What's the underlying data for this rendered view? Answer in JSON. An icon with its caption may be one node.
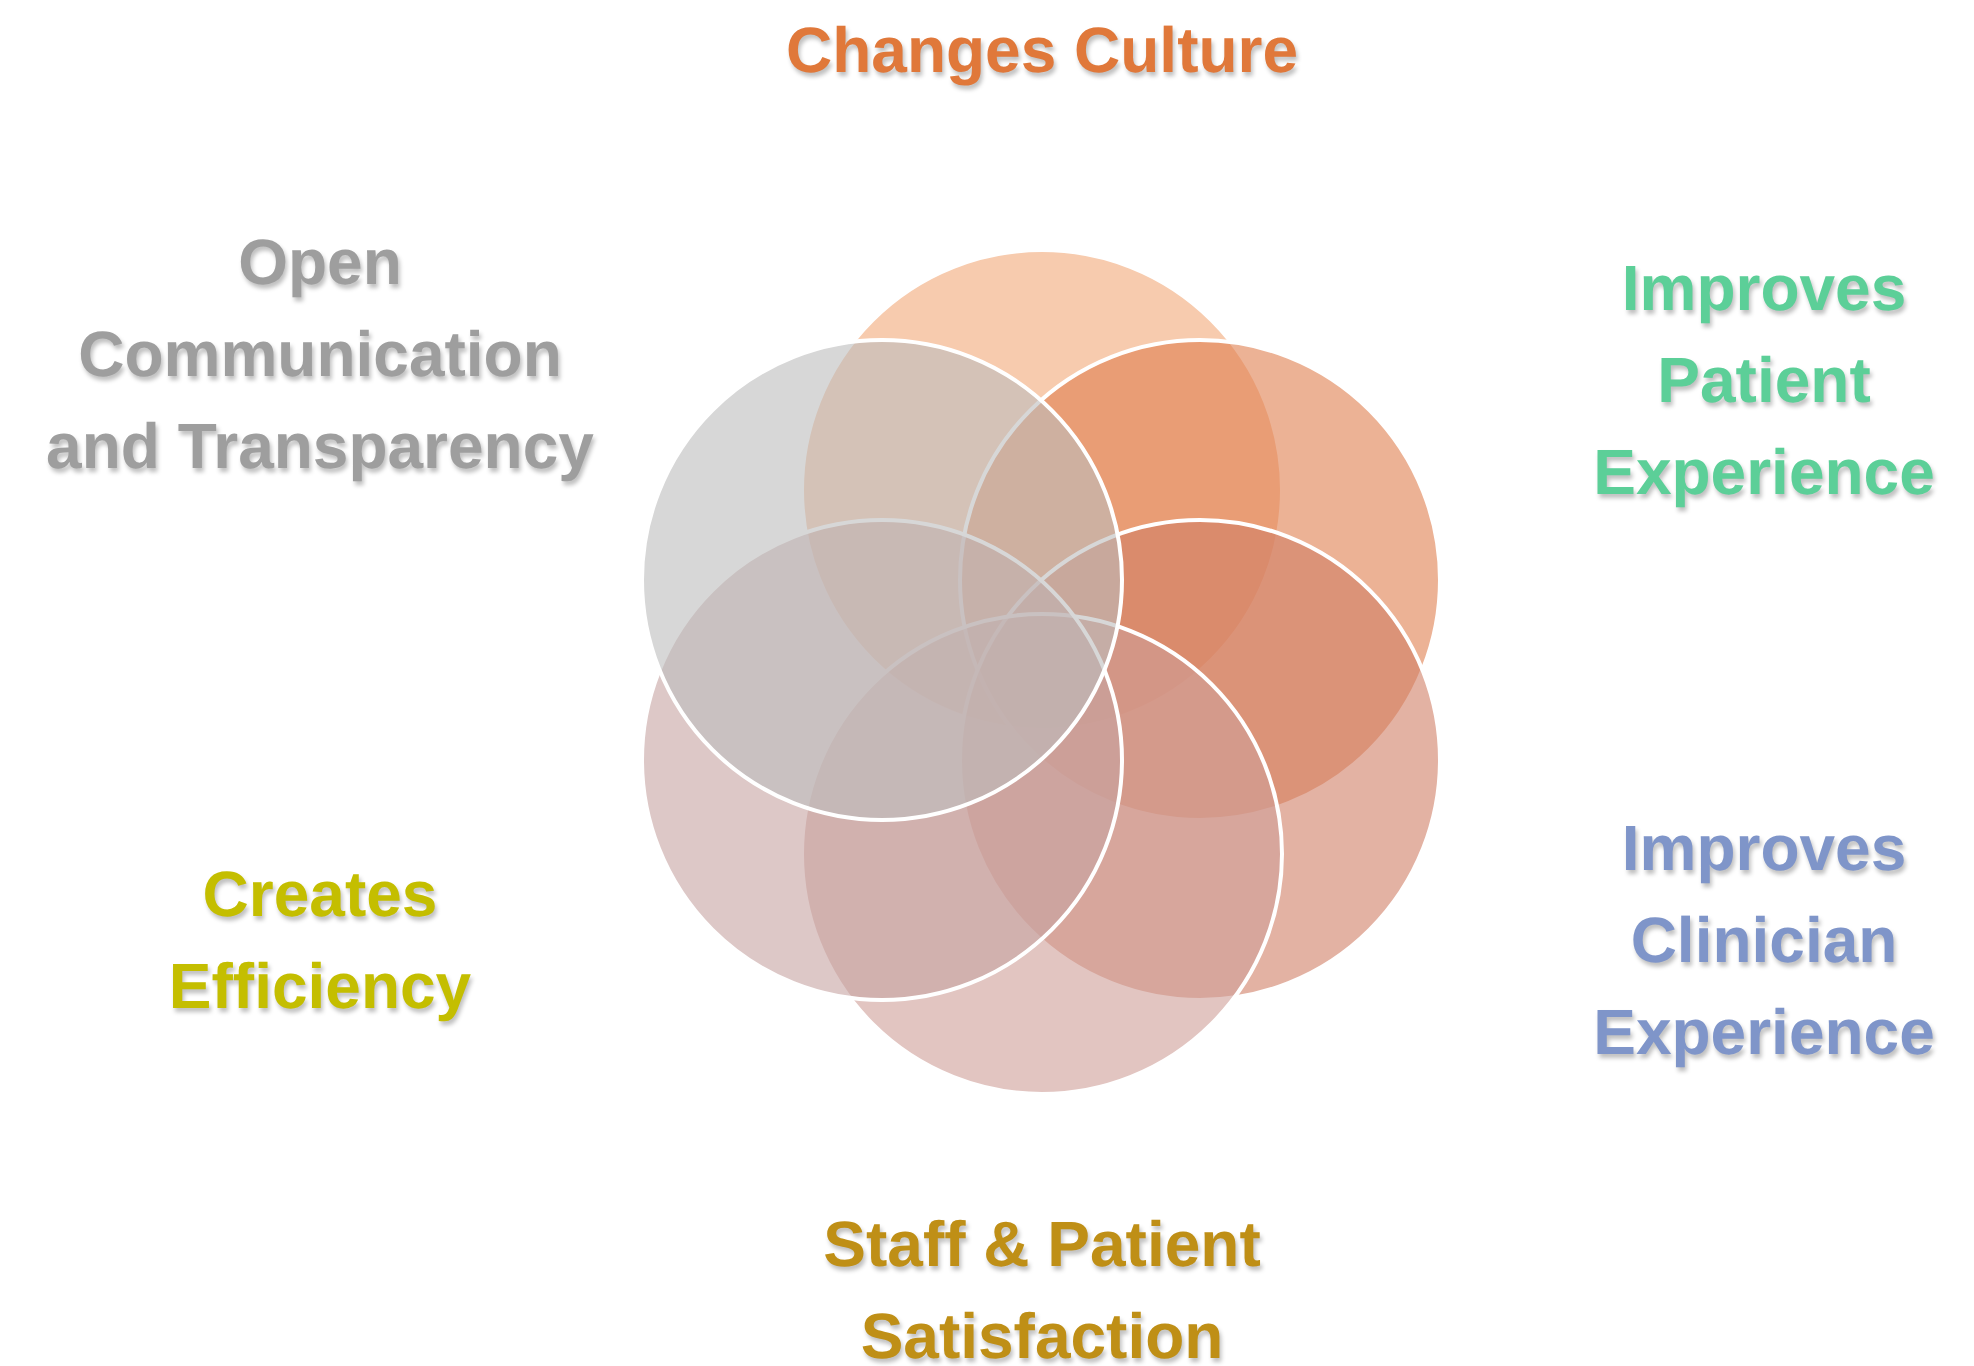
{
  "diagram": {
    "labels": [
      "Changes Culture",
      "Open Communication and Transparency",
      "Improves Patient Experience",
      "Improves Clinician Experience",
      "Creates Efficiency",
      "Staff & Patient Satisfaction"
    ]
  }
}
